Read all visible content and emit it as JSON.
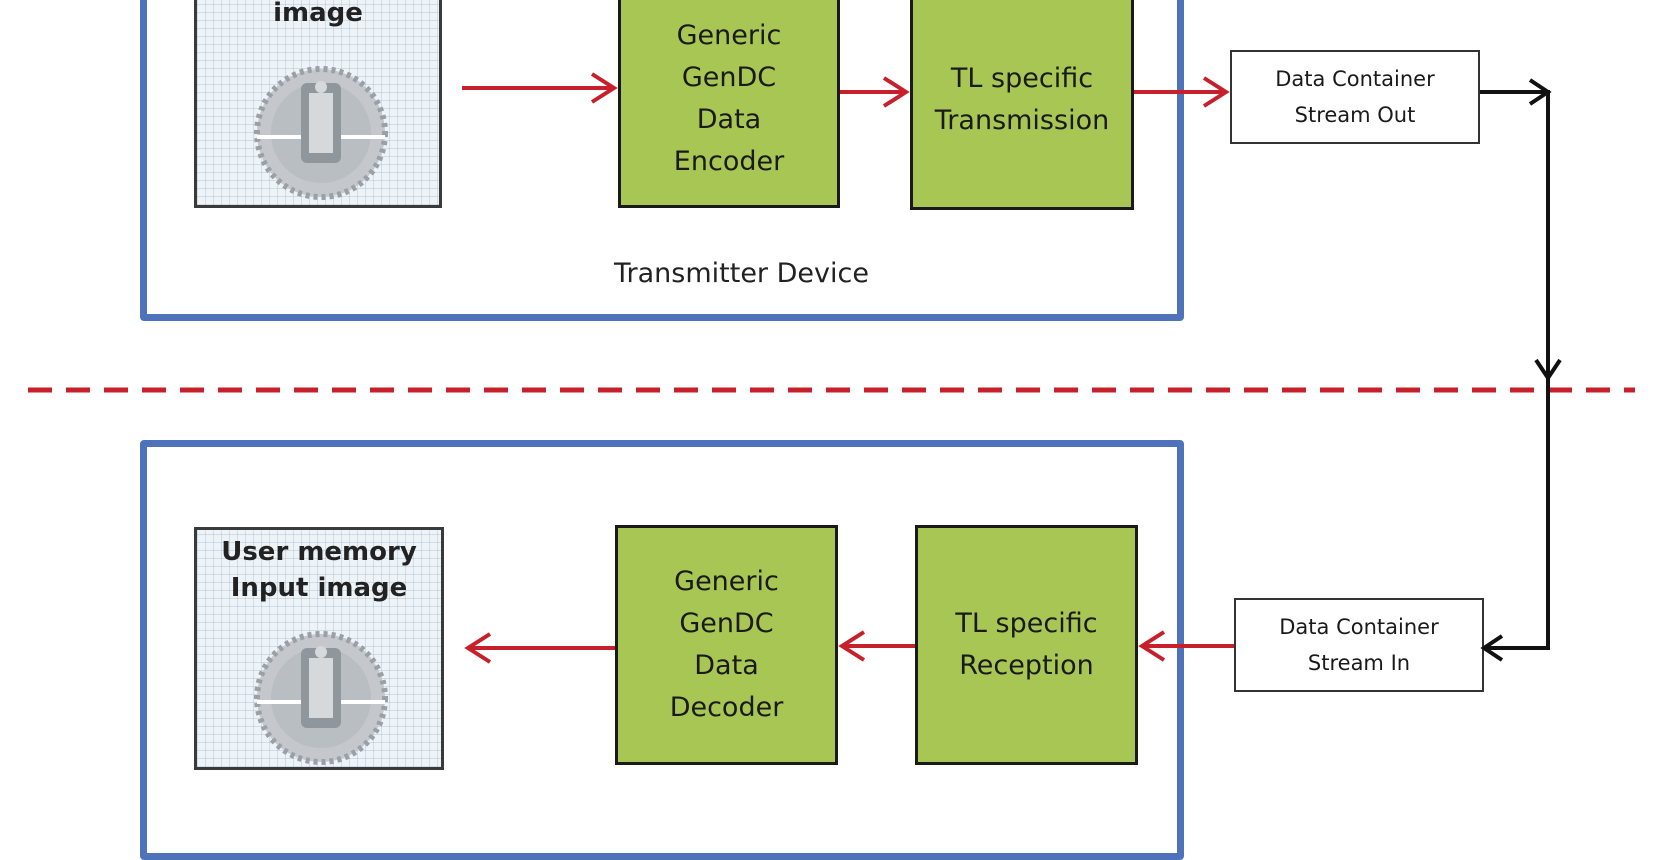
{
  "transmitter": {
    "label": "Transmitter Device",
    "sensor_caption": "Sensor Output\nimage",
    "encoder_label": "Generic\nGenDC\nData\nEncoder",
    "transmission_label": "TL specific\nTransmission"
  },
  "receiver": {
    "memory_caption": "User memory\nInput image",
    "decoder_label": "Generic\nGenDC\nData\nDecoder",
    "reception_label": "TL specific\nReception"
  },
  "stream_out_label": "Data Container\nStream Out",
  "stream_in_label": "Data Container\nStream In",
  "colors": {
    "device_border": "#4f73bb",
    "block_fill": "#a8c653",
    "arrow_red": "#c8202a",
    "divider_red": "#c8202a"
  },
  "icons": [
    "gear-sensor-icon"
  ]
}
